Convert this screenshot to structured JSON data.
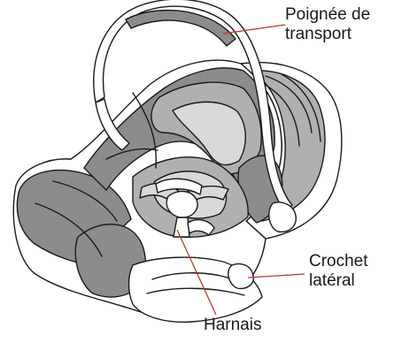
{
  "labels": {
    "carry_handle": {
      "line1": "Poignée de",
      "line2": "transport"
    },
    "side_hook": {
      "line1": "Crochet",
      "line2": "latéral"
    },
    "harness": {
      "line1": "Harnais"
    }
  },
  "colors": {
    "outline": "#1a1a1a",
    "leader_line": "#c0392b",
    "fabric_dark": "#8c8c8c",
    "fabric_mid": "#b0b0b0",
    "fabric_light": "#d9d9d9",
    "shell_white": "#ffffff"
  }
}
